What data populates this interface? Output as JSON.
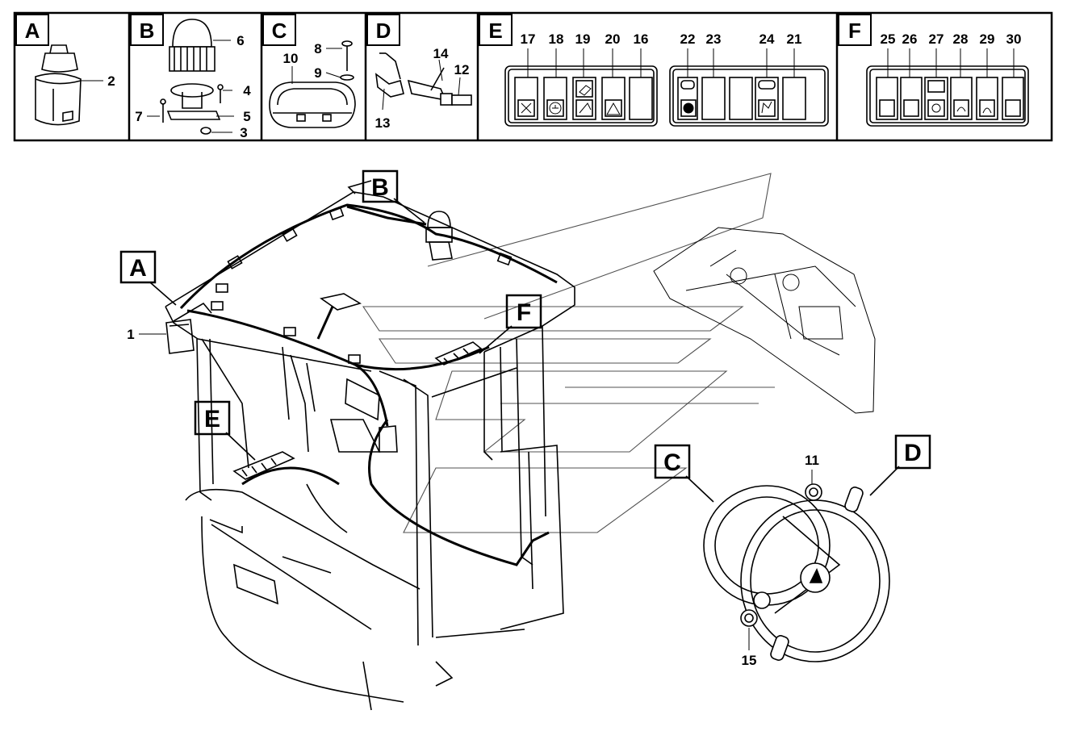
{
  "panels": [
    {
      "letter": "A",
      "numbers": [
        "2"
      ]
    },
    {
      "letter": "B",
      "numbers": [
        "6",
        "4",
        "5",
        "3",
        "7"
      ]
    },
    {
      "letter": "C",
      "numbers": [
        "8",
        "9",
        "10"
      ]
    },
    {
      "letter": "D",
      "numbers": [
        "14",
        "12",
        "13"
      ]
    },
    {
      "letter": "E",
      "numbers": [
        "17",
        "18",
        "19",
        "20",
        "16",
        "22",
        "23",
        "24",
        "21"
      ]
    },
    {
      "letter": "F",
      "numbers": [
        "25",
        "26",
        "27",
        "28",
        "29",
        "30"
      ]
    }
  ],
  "main_callouts": [
    "A",
    "B",
    "F",
    "E",
    "C",
    "D"
  ],
  "main_numbers": [
    "1",
    "11",
    "15"
  ],
  "icons": [
    "fire-extinguisher-icon",
    "wiper-icon",
    "work-light-icon",
    "lamp-icon",
    "warning-triangle-icon",
    "beacon-icon",
    "heater-icon",
    "fan-icon",
    "wash-icon"
  ]
}
